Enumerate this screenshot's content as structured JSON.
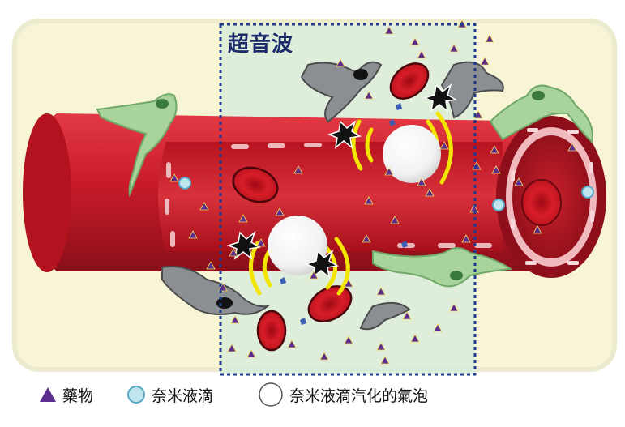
{
  "ultrasound_label": "超音波",
  "legend": {
    "drug": {
      "label": "藥物",
      "icon": "purple-triangle",
      "color": "#5b2d8e"
    },
    "nanodroplet": {
      "label": "奈米液滴",
      "icon": "cyan-circle",
      "color": "#bfe6ef"
    },
    "bubble": {
      "label": "奈米液滴汽化的氣泡",
      "icon": "white-circle",
      "color": "#ffffff"
    }
  },
  "colors": {
    "background_band": "#f7f5d6",
    "ultrasound_zone": "#d9ecdc",
    "ultrasound_border": "#1f3a8a",
    "vessel": "#c8192a",
    "vessel_dark": "#8e0f1b",
    "drug": "#5b2d8e",
    "sound_wave": "#f2e600"
  }
}
